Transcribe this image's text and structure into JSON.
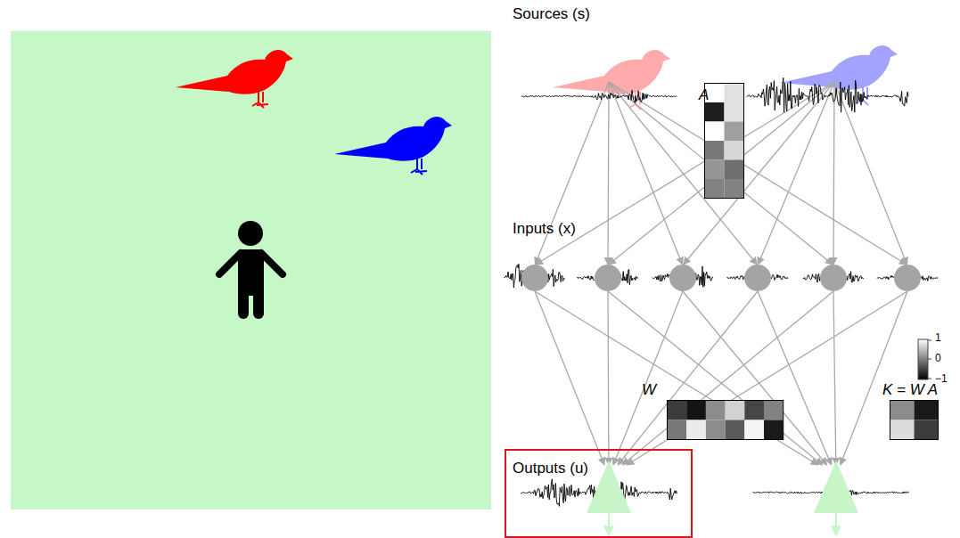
{
  "diagram": {
    "nodes": [
      {
        "text": [
          "A"
        ]
      },
      {
        "text": [
          "W"
        ]
      },
      {
        "text": [
          "K = W A"
        ]
      }
    ],
    "labels": [
      "Sources (s)",
      "Inputs (x)",
      "Outputs (u)",
      "1",
      "0",
      "−1"
    ]
  }
}
